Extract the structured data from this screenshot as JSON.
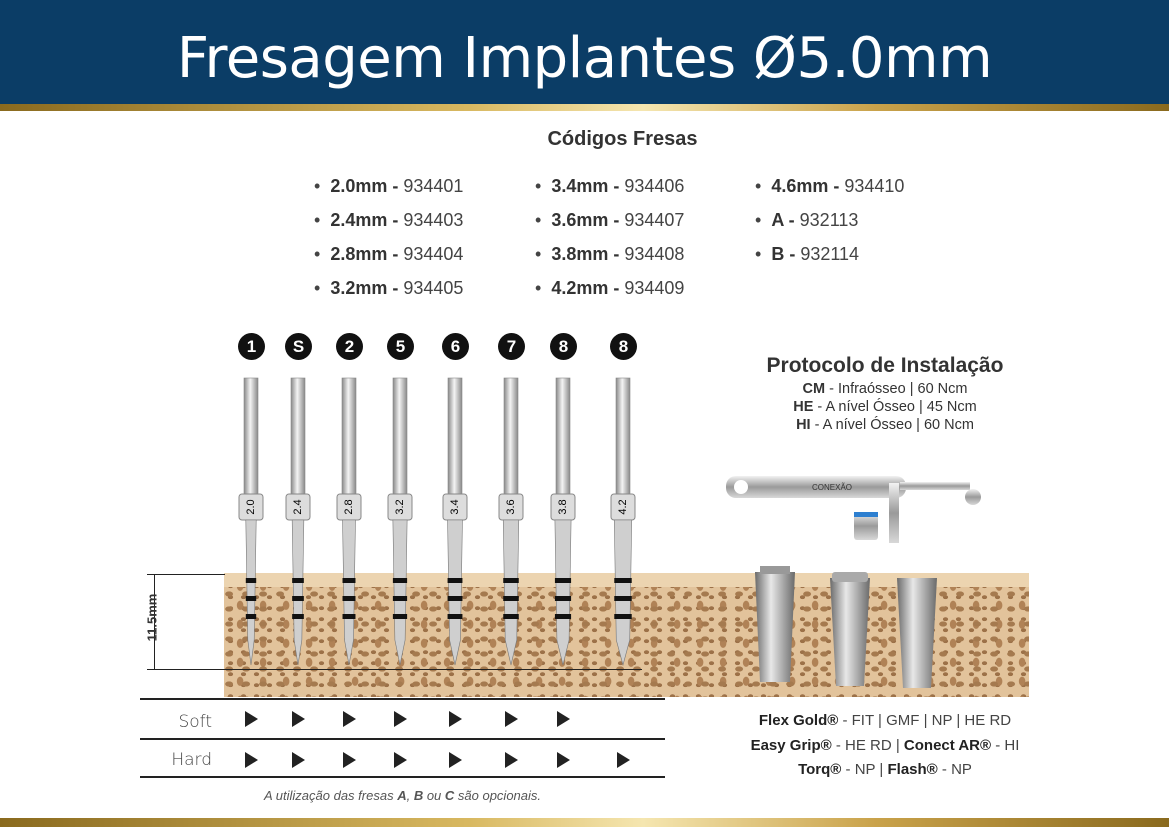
{
  "title": "Fresagem Implantes Ø5.0mm",
  "codes": {
    "title": "Códigos Fresas",
    "columns": [
      [
        {
          "size": "2.0mm",
          "code": "934401"
        },
        {
          "size": "2.4mm",
          "code": "934403"
        },
        {
          "size": "2.8mm",
          "code": "934404"
        },
        {
          "size": "3.2mm",
          "code": "934405"
        }
      ],
      [
        {
          "size": "3.4mm",
          "code": "934406"
        },
        {
          "size": "3.6mm",
          "code": "934407"
        },
        {
          "size": "3.8mm",
          "code": "934408"
        },
        {
          "size": "4.2mm",
          "code": "934409"
        }
      ],
      [
        {
          "size": "4.6mm",
          "code": "934410"
        },
        {
          "size": "A",
          "code": "932113"
        },
        {
          "size": "B",
          "code": "932114"
        }
      ]
    ]
  },
  "drills": [
    {
      "badge": "1",
      "size": "2.0"
    },
    {
      "badge": "S",
      "size": "2.4"
    },
    {
      "badge": "2",
      "size": "2.8"
    },
    {
      "badge": "5",
      "size": "3.2"
    },
    {
      "badge": "6",
      "size": "3.4"
    },
    {
      "badge": "7",
      "size": "3.6"
    },
    {
      "badge": "8",
      "size": "3.8"
    },
    {
      "badge": "8",
      "size": "4.2"
    }
  ],
  "depth_label": "11.5mm",
  "protocol": {
    "title": "Protocolo de Instalação",
    "lines": [
      {
        "k": "CM",
        "v": " - Infraósseo | 60 Ncm"
      },
      {
        "k": "HE",
        "v": " - A nível Ósseo | 45 Ncm"
      },
      {
        "k": "HI",
        "v": " - A nível Ósseo | 60 Ncm"
      }
    ]
  },
  "wrench_brand": "CONEXÃO",
  "rows": {
    "soft": {
      "label": "Soft",
      "count": 7
    },
    "hard": {
      "label": "Hard",
      "count": 8
    }
  },
  "note": {
    "a": "A utilização das fresas ",
    "b1": "A",
    "c": ", ",
    "b2": "B",
    "d": " ou ",
    "b3": "C",
    "e": " são opcionais."
  },
  "implants": {
    "l1": {
      "b": "Flex Gold®",
      "t": " - FIT | GMF | NP | HE RD"
    },
    "l2": {
      "b": "Easy Grip®",
      "t": " - HE RD | ",
      "b2": "Conect AR®",
      "t2": " - HI"
    },
    "l3": {
      "b": "Torq®",
      "t": " - NP | ",
      "b2": "Flash®",
      "t2": " - NP"
    }
  }
}
